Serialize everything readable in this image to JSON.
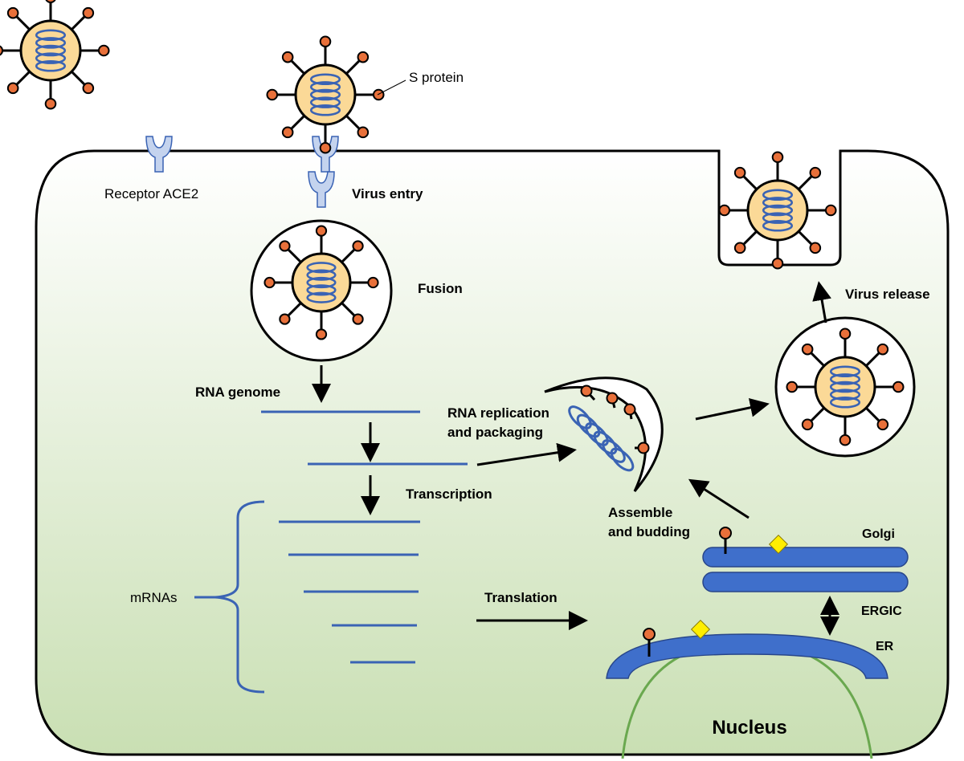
{
  "labels": {
    "s_protein": "S protein",
    "receptor": "Receptor ACE2",
    "virus_entry": "Virus entry",
    "fusion": "Fusion",
    "rna_genome": "RNA genome",
    "rna_replication_1": "RNA replication",
    "rna_replication_2": "and packaging",
    "transcription": "Transcription",
    "mrnas": "mRNAs",
    "translation": "Translation",
    "assemble_1": "Assemble",
    "assemble_2": "and budding",
    "virus_release": "Virus release",
    "golgi": "Golgi",
    "ergic": "ERGIC",
    "er": "ER",
    "nucleus": "Nucleus"
  },
  "colors": {
    "cell_top": "#ffffff",
    "cell_bottom": "#c9dfb3",
    "virus_core": "#fbd997",
    "spike_tip": "#e8703a",
    "rna": "#3a63b4",
    "receptor": "#c4d3ee",
    "membrane": "#3f6fcb",
    "diamond": "#ffee00",
    "nucleus_line": "#6aa84f"
  }
}
